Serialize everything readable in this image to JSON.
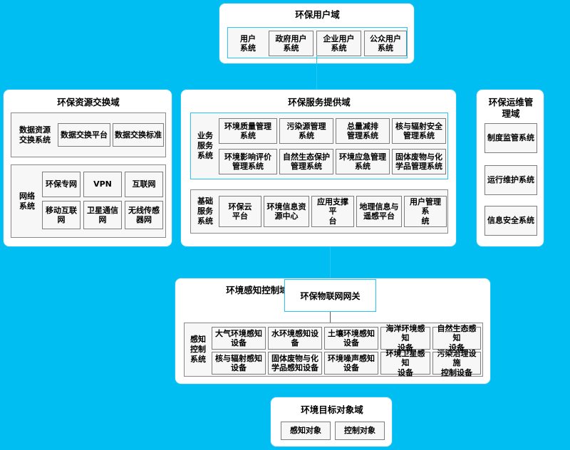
{
  "background_color": "#00bdf2",
  "accent_color": "#29c5f6",
  "diagram": {
    "user_domain": {
      "title": "环保用户域",
      "group_label": "",
      "nodes": [
        {
          "label": "用户\n系统",
          "style": "plain"
        },
        {
          "label": "政府用户\n系统",
          "style": "box"
        },
        {
          "label": "企业用户\n系统",
          "style": "box"
        },
        {
          "label": "公众用户\n系统",
          "style": "box"
        }
      ]
    },
    "resource_exchange_domain": {
      "title": "环保资源交换域",
      "groups": [
        {
          "label": "数据资源\n交换系统",
          "nodes": [
            {
              "label": "数据交换平台"
            },
            {
              "label": "数据交换标准"
            }
          ]
        },
        {
          "label": "网络\n系统",
          "nodes": [
            {
              "label": "环保专网"
            },
            {
              "label": "VPN"
            },
            {
              "label": "互联网"
            },
            {
              "label": "移动互联\n网"
            },
            {
              "label": "卫星通信\n网"
            },
            {
              "label": "无线传感\n器网"
            }
          ]
        }
      ]
    },
    "service_provider_domain": {
      "title": "环保服务提供域",
      "groups": [
        {
          "label": "业务\n服务\n系统",
          "nodes": [
            {
              "label": "环境质量管理\n系统"
            },
            {
              "label": "污染源管理\n系统"
            },
            {
              "label": "总量减排\n管理系统"
            },
            {
              "label": "核与辐射安全\n管理系统"
            },
            {
              "label": "环境影响评价\n管理系统"
            },
            {
              "label": "自然生态保护\n管理系统"
            },
            {
              "label": "环境应急管理\n系统"
            },
            {
              "label": "固体废物与化\n学品管理系统"
            }
          ]
        },
        {
          "label": "基础\n服务\n系统",
          "nodes": [
            {
              "label": "环保云\n平台"
            },
            {
              "label": "环境信息资\n源中心"
            },
            {
              "label": "应用支撑平\n台"
            },
            {
              "label": "地理信息与\n遥感平台"
            },
            {
              "label": "用户管理系\n统"
            }
          ]
        }
      ]
    },
    "operations_domain": {
      "title": "环保运维管\n理域",
      "nodes": [
        {
          "label": "制度监管系统"
        },
        {
          "label": "运行维护系统"
        },
        {
          "label": "信息安全系统"
        }
      ]
    },
    "sensing_control_domain": {
      "title": "环境感知控制域",
      "gateway": {
        "label": "环保物联网网关"
      },
      "group": {
        "label": "感知\n控制\n系统",
        "nodes": [
          {
            "label": "大气环境感知\n设备"
          },
          {
            "label": "水环境感知设\n备"
          },
          {
            "label": "土壤环境感知\n设备"
          },
          {
            "label": "海洋环境感知\n设备"
          },
          {
            "label": "自然生态感知\n设备"
          },
          {
            "label": "核与辐射感知\n设备"
          },
          {
            "label": "固体废物与化\n学品感知设备"
          },
          {
            "label": "环境噪声感知\n设备"
          },
          {
            "label": "环境卫星感知\n设备"
          },
          {
            "label": "污染治理设施\n控制设备"
          }
        ]
      }
    },
    "target_object_domain": {
      "title": "环境目标对象域",
      "nodes": [
        {
          "label": "感知对象"
        },
        {
          "label": "控制对象"
        }
      ]
    }
  }
}
